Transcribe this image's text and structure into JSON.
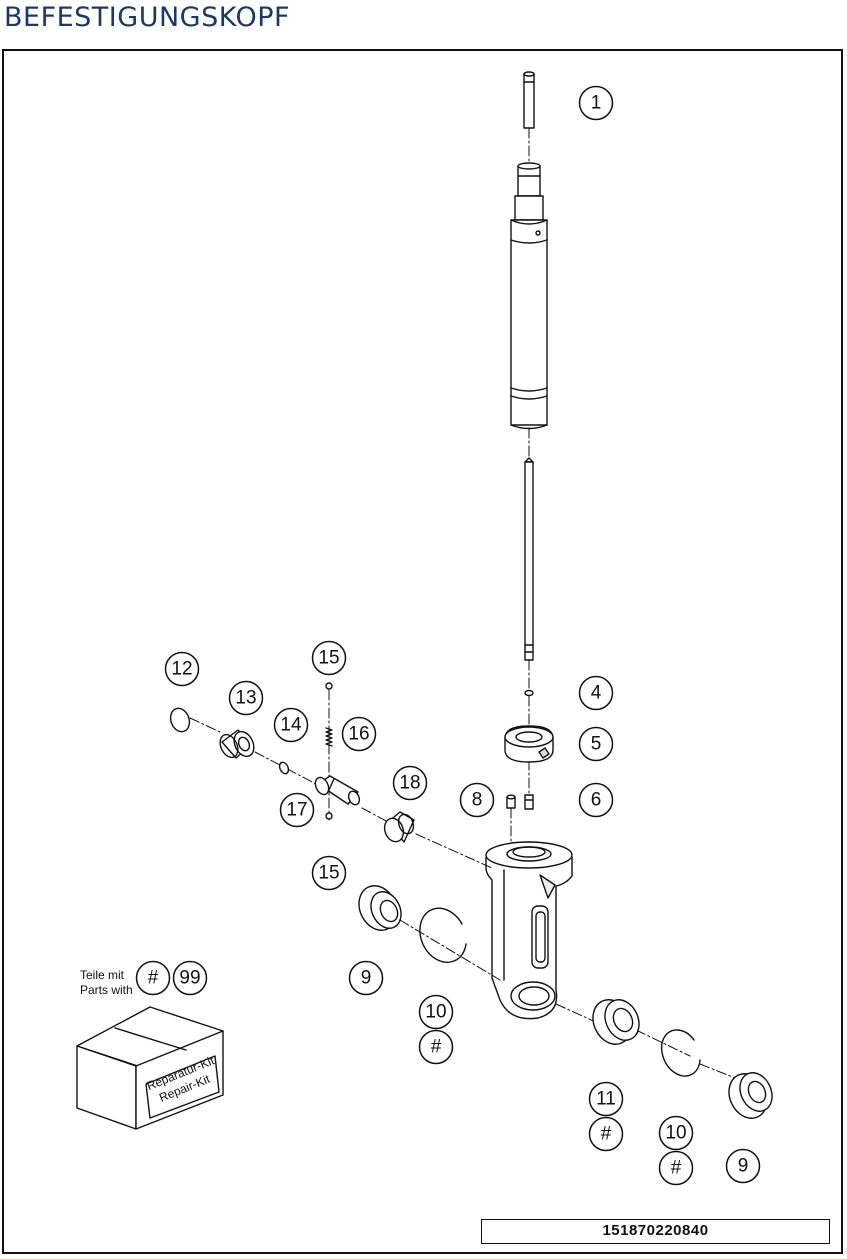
{
  "title": "BEFESTIGUNGSKOPF",
  "drawing_number": "151870220840",
  "kit_legend": {
    "line1": "Teile mit",
    "line2": "Parts with",
    "marker": "#",
    "kit_number": "99",
    "box_text_1": "Reparatur-Kit",
    "box_text_2": "Repair-Kit"
  },
  "callouts": [
    {
      "id": "c1",
      "label": "1"
    },
    {
      "id": "c4",
      "label": "4"
    },
    {
      "id": "c5",
      "label": "5"
    },
    {
      "id": "c6",
      "label": "6"
    },
    {
      "id": "c8",
      "label": "8"
    },
    {
      "id": "c9a",
      "label": "9"
    },
    {
      "id": "c9b",
      "label": "9"
    },
    {
      "id": "c10a",
      "label": "10"
    },
    {
      "id": "c10ah",
      "label": "#"
    },
    {
      "id": "c10b",
      "label": "10"
    },
    {
      "id": "c10bh",
      "label": "#"
    },
    {
      "id": "c11",
      "label": "11"
    },
    {
      "id": "c11h",
      "label": "#"
    },
    {
      "id": "c12",
      "label": "12"
    },
    {
      "id": "c13",
      "label": "13"
    },
    {
      "id": "c14",
      "label": "14"
    },
    {
      "id": "c15a",
      "label": "15"
    },
    {
      "id": "c15b",
      "label": "15"
    },
    {
      "id": "c16",
      "label": "16"
    },
    {
      "id": "c17",
      "label": "17"
    },
    {
      "id": "c18",
      "label": "18"
    }
  ]
}
